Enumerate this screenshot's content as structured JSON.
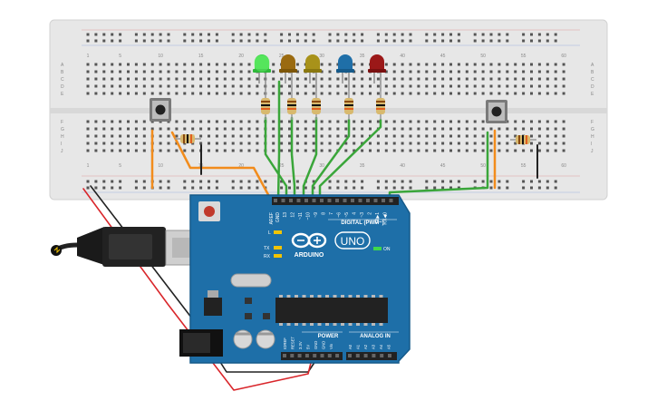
{
  "breadboard": {
    "col_marks": [
      "1",
      "5",
      "10",
      "15",
      "20",
      "25",
      "30",
      "35",
      "40",
      "45",
      "50",
      "55",
      "60"
    ],
    "rows_top": [
      "A",
      "B",
      "C",
      "D",
      "E"
    ],
    "rows_bottom": [
      "F",
      "G",
      "H",
      "I",
      "J"
    ]
  },
  "arduino": {
    "logo_text": "ARDUINO",
    "uno_text": "UNO",
    "digital_label": "DIGITAL (PWM~)",
    "aref_label": "AREF",
    "gnd_label": "GND",
    "pin_labels": [
      "13",
      "12",
      "~11",
      "~10",
      "~9",
      "8",
      "7",
      "~6",
      "~5",
      "4",
      "~3",
      "2",
      "TX▶1",
      "RX◀0"
    ],
    "l_label": "L",
    "tx_label": "TX",
    "rx_label": "RX",
    "on_label": "ON",
    "power_label": "POWER",
    "analog_label": "ANALOG IN",
    "power_pins": [
      "IOREF",
      "RESET",
      "3.3V",
      "5V",
      "GND",
      "GND",
      "Vin"
    ],
    "analog_pins": [
      "A0",
      "A1",
      "A2",
      "A3",
      "A4",
      "A5"
    ]
  },
  "colors": {
    "board_blue": "#1e6fa8",
    "breadboard": "#e6e6e6",
    "wire_green": "#3aa63a",
    "wire_orange": "#f28c1c",
    "wire_red": "#d9262b",
    "wire_black": "#222222",
    "led_green": "#3fd84a",
    "led_brown": "#9a6a10",
    "led_olive": "#a8921a",
    "led_blue": "#1f6fa8",
    "led_red": "#9b1818"
  }
}
